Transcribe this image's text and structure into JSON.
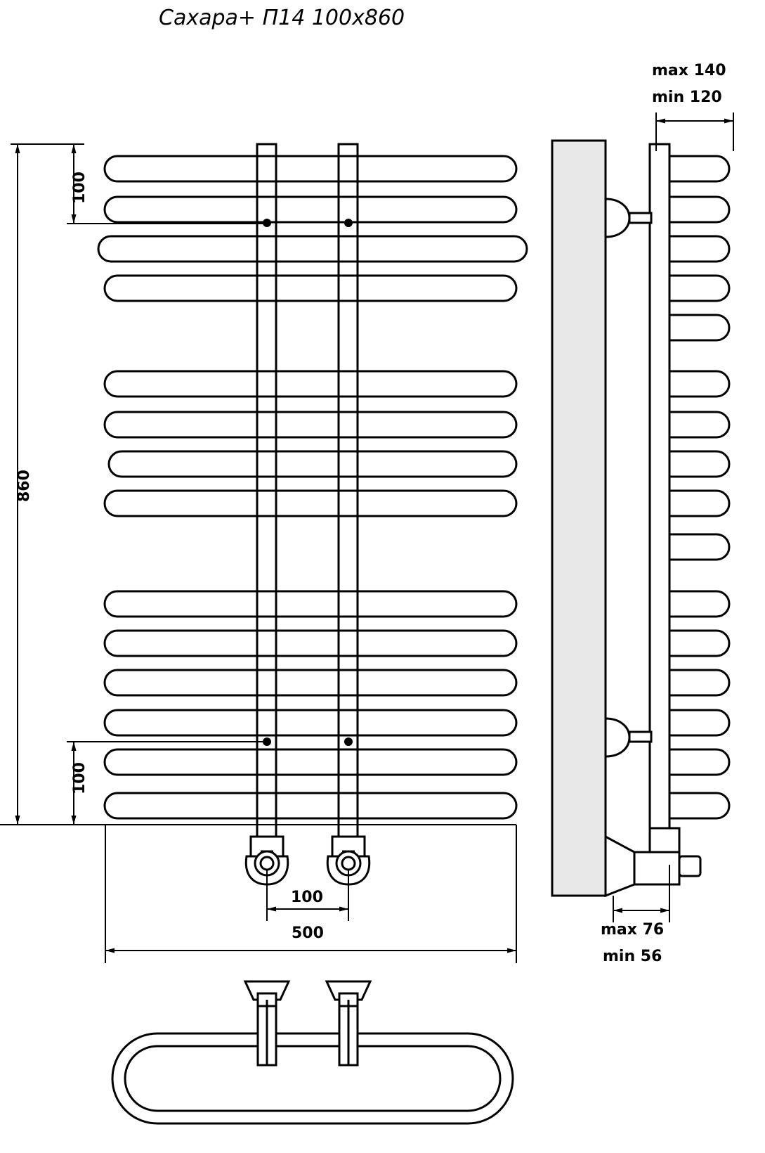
{
  "title": "Сахара+ П14 100х860",
  "drawing": {
    "type": "technical-dimension-drawing",
    "product": "Сахара+ П14 100х860",
    "views": [
      "front",
      "side",
      "top"
    ],
    "colors": {
      "line": "#000000",
      "fill": "#ffffff",
      "wall_fill": "#e8e8e8",
      "background": "#ffffff"
    },
    "sections": {
      "front_view": "front elevation of towel radiator with 14 horizontal curved tubes and 2 vertical manifolds",
      "side_view": "side elevation showing wall and wall brackets",
      "top_view": "top / plan view of one tube with two mounting brackets"
    }
  },
  "dimensions": {
    "height_total": "860",
    "width_total": "500",
    "connection_spacing": "100",
    "top_offset": "100",
    "bottom_offset": "100",
    "depth_max": "max 140",
    "depth_min": "min 120",
    "wall_gap_max": "max 76",
    "wall_gap_min": "min 56"
  },
  "labels": {
    "height_860": "860",
    "top_100": "100",
    "bottom_100": "100",
    "center_100": "100",
    "width_500": "500",
    "max140": "max 140",
    "min120": "min 120",
    "max76": "max 76",
    "min56": "min 56"
  }
}
